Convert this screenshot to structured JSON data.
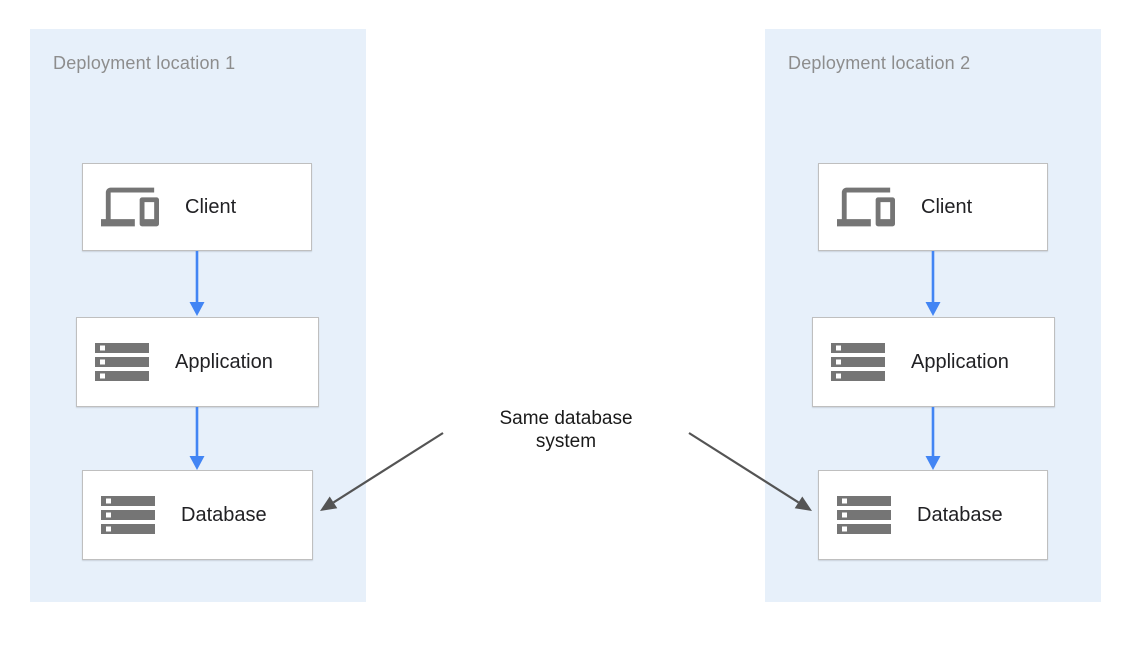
{
  "colors": {
    "panel_bg": "#e7f0fa",
    "box_bg": "#ffffff",
    "box_border": "#bfbfbf",
    "icon_gray": "#757575",
    "flow_arrow_blue": "#4285f4",
    "annotation_arrow_gray": "#545454",
    "panel_title_gray": "#8d8d8d",
    "label_dark": "#212124"
  },
  "panels": [
    {
      "title": "Deployment location 1",
      "nodes": [
        {
          "label": "Client",
          "icon": "devices-icon"
        },
        {
          "label": "Application",
          "icon": "storage-icon"
        },
        {
          "label": "Database",
          "icon": "storage-icon"
        }
      ]
    },
    {
      "title": "Deployment location 2",
      "nodes": [
        {
          "label": "Client",
          "icon": "devices-icon"
        },
        {
          "label": "Application",
          "icon": "storage-icon"
        },
        {
          "label": "Database",
          "icon": "storage-icon"
        }
      ]
    }
  ],
  "annotation": {
    "label": "Same database system"
  }
}
